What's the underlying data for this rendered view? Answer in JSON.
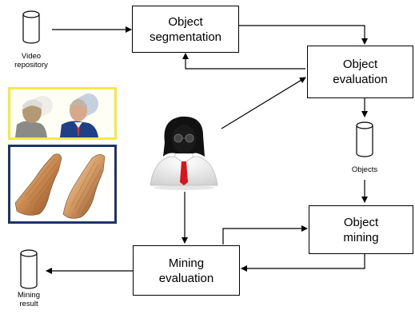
{
  "nodes": {
    "segmentation": {
      "line1": "Object",
      "line2": "segmentation"
    },
    "evaluation": {
      "line1": "Object",
      "line2": "evaluation"
    },
    "mining": {
      "line1": "Object",
      "line2": "mining"
    },
    "mining_eval": {
      "line1": "Mining",
      "line2": "evaluation"
    }
  },
  "stores": {
    "video_repository": {
      "line1": "Video",
      "line2": "repository"
    },
    "objects": {
      "line1": "Objects"
    },
    "mining_result": {
      "line1": "Mining",
      "line2": "result"
    }
  },
  "colors": {
    "thumb_top_border": "#f4ec3c",
    "thumb_bottom_border": "#1d3566",
    "user_tie": "#d6161c"
  },
  "icons": {
    "user": "user-icon",
    "database": "database-icon"
  }
}
